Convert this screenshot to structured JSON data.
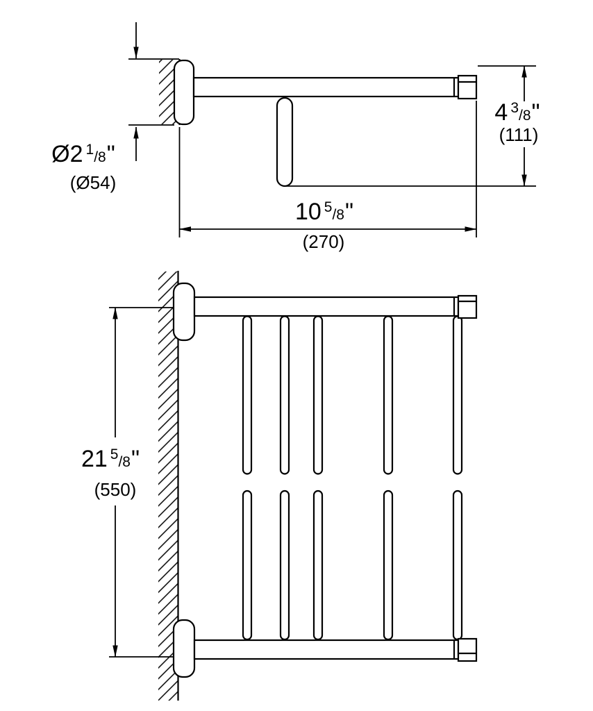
{
  "page": {
    "background": "#ffffff",
    "line_color": "#000000"
  },
  "side_view": {
    "flange_diameter": {
      "whole": "Ø2",
      "numerator": "1",
      "denominator": "/8",
      "unit": "\"",
      "metric": "(Ø54)"
    },
    "overall_depth": {
      "whole": "4",
      "numerator": "3",
      "denominator": "/8",
      "unit": "\"",
      "metric": "(111)"
    },
    "overall_width": {
      "whole": "10",
      "numerator": "5",
      "denominator": "/8",
      "unit": "\"",
      "metric": "(270)"
    }
  },
  "front_view": {
    "overall_height": {
      "whole": "21",
      "numerator": "5",
      "denominator": "/8",
      "unit": "\"",
      "metric": "(550)"
    }
  }
}
